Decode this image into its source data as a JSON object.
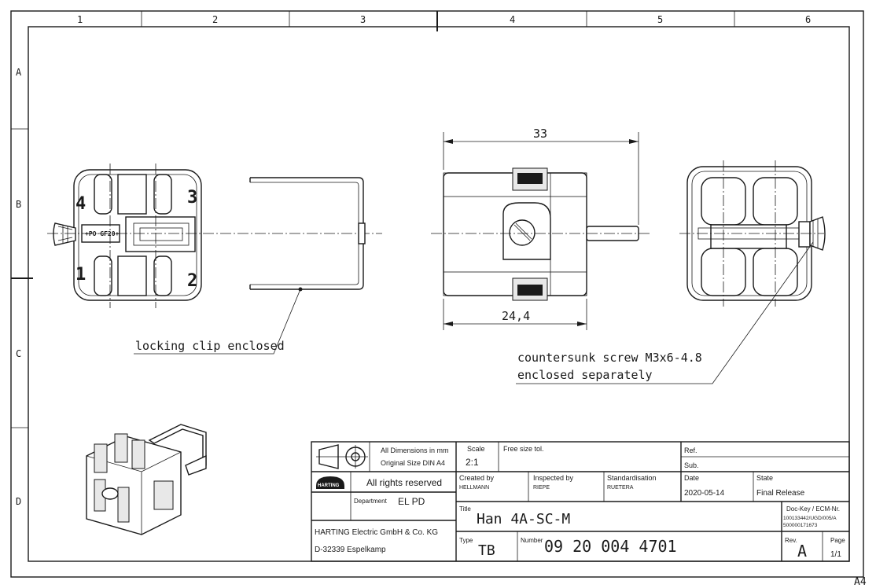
{
  "frame": {
    "columns": [
      "1",
      "2",
      "3",
      "4",
      "5",
      "6"
    ],
    "rows": [
      "A",
      "B",
      "C",
      "D"
    ],
    "sheet_size": "A4"
  },
  "annotations": {
    "dim_width": "33",
    "dim_body": "24,4",
    "clip_note": "locking clip enclosed",
    "screw_note_line1": "countersunk screw M3x6-4.8",
    "screw_note_line2": "enclosed separately",
    "pin_numbers": [
      "4",
      "3",
      "1",
      "2"
    ],
    "part_marking": "+PO·GF20+"
  },
  "title_block": {
    "dims_note_1": "All Dimensions in mm",
    "dims_note_2": "Original Size DIN A4",
    "scale_label": "Scale",
    "scale_value": "2:1",
    "free_size_tol": "Free size tol.",
    "ref_label": "Ref.",
    "sub_label": "Sub.",
    "rights": "All rights reserved",
    "logo_text": "HARTING",
    "department_label": "Department",
    "department_value": "EL PD",
    "created_label": "Created by",
    "created_value": "HELLMANN",
    "inspected_label": "Inspected by",
    "inspected_value": "RIEPE",
    "standard_label": "Standardisation",
    "standard_value": "RUETERA",
    "date_label": "Date",
    "date_value": "2020-05-14",
    "state_label": "State",
    "state_value": "Final Release",
    "title_label": "Title",
    "title_value": "Han 4A-SC-M",
    "dockey_line1": "Doc-Key / ECM-Nr.",
    "dockey_line2": "100133442/UGD/005/A",
    "dockey_line3": "500000171673",
    "company_line1": "HARTING Electric GmbH & Co. KG",
    "company_line2": "D-32339 Espelkamp",
    "type_label": "Type",
    "type_value": "TB",
    "number_label": "Number",
    "number_value": "09 20 004 4701",
    "rev_label": "Rev.",
    "rev_value": "A",
    "page_label": "Page",
    "page_value": "1/1"
  }
}
